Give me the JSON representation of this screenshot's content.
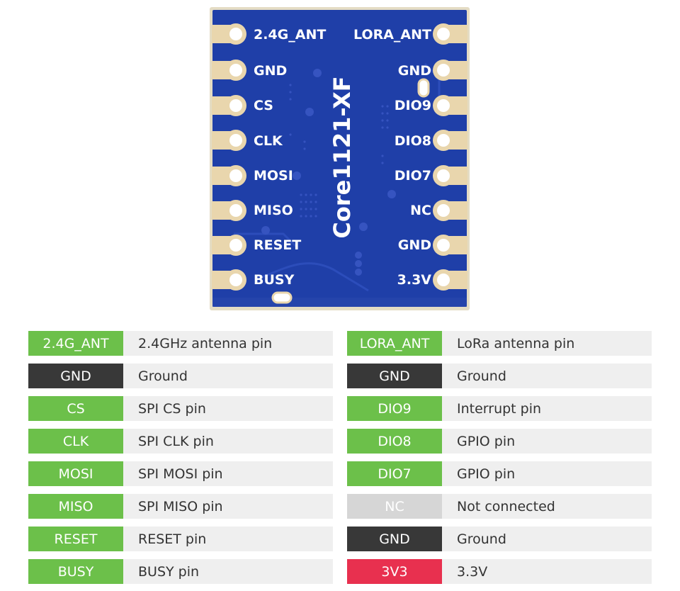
{
  "board": {
    "chip_name": "Core1121-XF",
    "left_pins": [
      "2.4G_ANT",
      "GND",
      "CS",
      "CLK",
      "MOSI",
      "MISO",
      "RESET",
      "BUSY"
    ],
    "right_pins": [
      "LORA_ANT",
      "GND",
      "DIO9",
      "DIO8",
      "DIO7",
      "NC",
      "GND",
      "3.3V"
    ],
    "board_color": "#1f3fa8",
    "pad_color": "#e9d6ad"
  },
  "pin_table": {
    "left": [
      {
        "pin": "2.4G_ANT",
        "desc": "2.4GHz antenna pin",
        "color": "#6cc04a"
      },
      {
        "pin": "GND",
        "desc": "Ground",
        "color": "#383838"
      },
      {
        "pin": "CS",
        "desc": "SPI CS pin",
        "color": "#6cc04a"
      },
      {
        "pin": "CLK",
        "desc": "SPI CLK pin",
        "color": "#6cc04a"
      },
      {
        "pin": "MOSI",
        "desc": "SPI MOSI pin",
        "color": "#6cc04a"
      },
      {
        "pin": "MISO",
        "desc": "SPI MISO pin",
        "color": "#6cc04a"
      },
      {
        "pin": "RESET",
        "desc": "RESET pin",
        "color": "#6cc04a"
      },
      {
        "pin": "BUSY",
        "desc": "BUSY pin",
        "color": "#6cc04a"
      }
    ],
    "right": [
      {
        "pin": "LORA_ANT",
        "desc": "LoRa antenna pin",
        "color": "#6cc04a"
      },
      {
        "pin": "GND",
        "desc": "Ground",
        "color": "#383838"
      },
      {
        "pin": "DIO9",
        "desc": "Interrupt pin",
        "color": "#6cc04a"
      },
      {
        "pin": "DIO8",
        "desc": "GPIO pin",
        "color": "#6cc04a"
      },
      {
        "pin": "DIO7",
        "desc": "GPIO pin",
        "color": "#6cc04a"
      },
      {
        "pin": "NC",
        "desc": "Not connected",
        "color": "#d6d6d6"
      },
      {
        "pin": "GND",
        "desc": "Ground",
        "color": "#383838"
      },
      {
        "pin": "3V3",
        "desc": "3.3V",
        "color": "#e8304f"
      }
    ]
  }
}
